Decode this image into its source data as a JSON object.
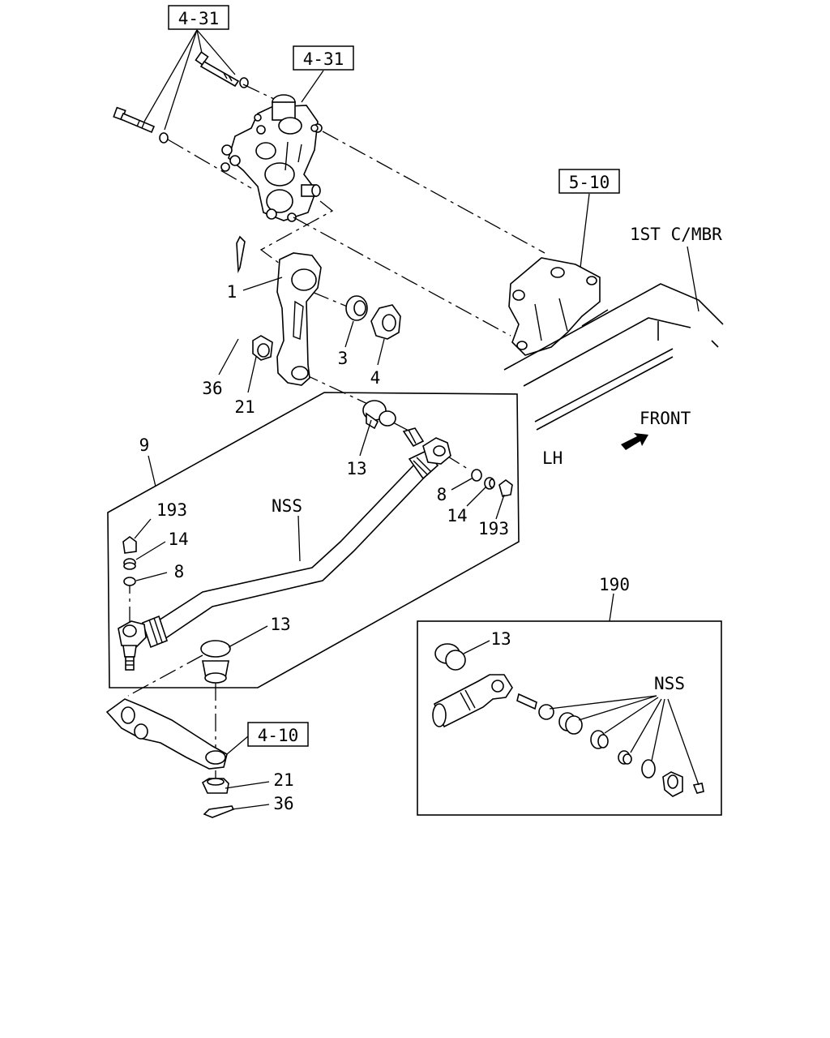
{
  "refs": {
    "ref_4_31_top": "4-31",
    "ref_4_31_gear": "4-31",
    "ref_5_10": "5-10",
    "ref_4_10": "4-10"
  },
  "labels": {
    "crossmember": "1ST C/MBR",
    "front": "FRONT",
    "lh": "LH"
  },
  "callouts": {
    "pitman_arm": "1",
    "washer": "3",
    "nut": "4",
    "cotter_pin_upper": "36",
    "castle_nut_upper": "21",
    "drag_link_assy": "9",
    "dust_boot_upper": "13",
    "nss_drag_link": "NSS",
    "seal_ring_right": "8",
    "spring_right": "14",
    "plug_right": "193",
    "plug_left": "193",
    "spring_left": "14",
    "seal_ring_left": "8",
    "dust_boot_lower": "13",
    "castle_nut_lower": "21",
    "cotter_pin_lower": "36",
    "repair_kit": "190",
    "repair_kit_boot": "13",
    "repair_kit_nss": "NSS"
  },
  "colors": {
    "line": "#000000",
    "background": "#ffffff"
  }
}
